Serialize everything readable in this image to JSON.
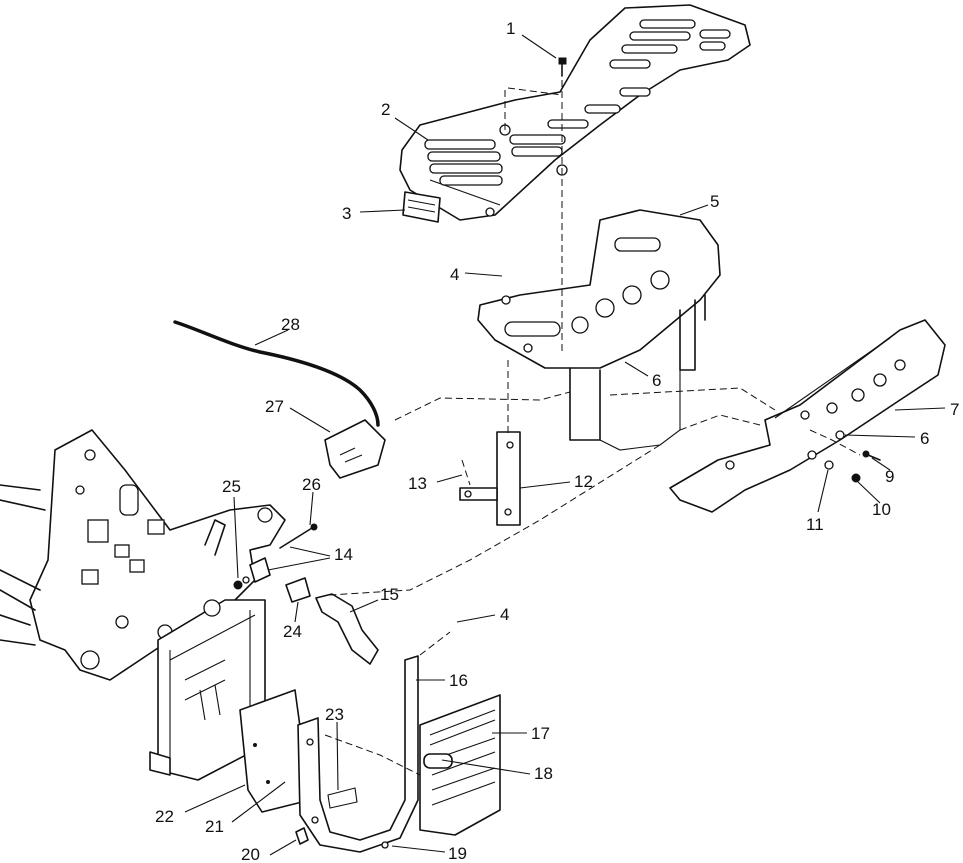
{
  "diagram": {
    "callouts": [
      {
        "id": "1",
        "label": "1"
      },
      {
        "id": "2",
        "label": "2"
      },
      {
        "id": "3",
        "label": "3"
      },
      {
        "id": "4a",
        "label": "4"
      },
      {
        "id": "4b",
        "label": "4"
      },
      {
        "id": "5",
        "label": "5"
      },
      {
        "id": "6a",
        "label": "6"
      },
      {
        "id": "6b",
        "label": "6"
      },
      {
        "id": "7",
        "label": "7"
      },
      {
        "id": "9",
        "label": "9"
      },
      {
        "id": "10",
        "label": "10"
      },
      {
        "id": "11",
        "label": "11"
      },
      {
        "id": "12",
        "label": "12"
      },
      {
        "id": "13",
        "label": "13"
      },
      {
        "id": "14",
        "label": "14"
      },
      {
        "id": "15",
        "label": "15"
      },
      {
        "id": "16",
        "label": "16"
      },
      {
        "id": "17",
        "label": "17"
      },
      {
        "id": "18",
        "label": "18"
      },
      {
        "id": "19",
        "label": "19"
      },
      {
        "id": "20",
        "label": "20"
      },
      {
        "id": "21",
        "label": "21"
      },
      {
        "id": "22",
        "label": "22"
      },
      {
        "id": "23",
        "label": "23"
      },
      {
        "id": "24",
        "label": "24"
      },
      {
        "id": "25",
        "label": "25"
      },
      {
        "id": "26",
        "label": "26"
      },
      {
        "id": "27",
        "label": "27"
      },
      {
        "id": "28",
        "label": "28"
      }
    ]
  }
}
